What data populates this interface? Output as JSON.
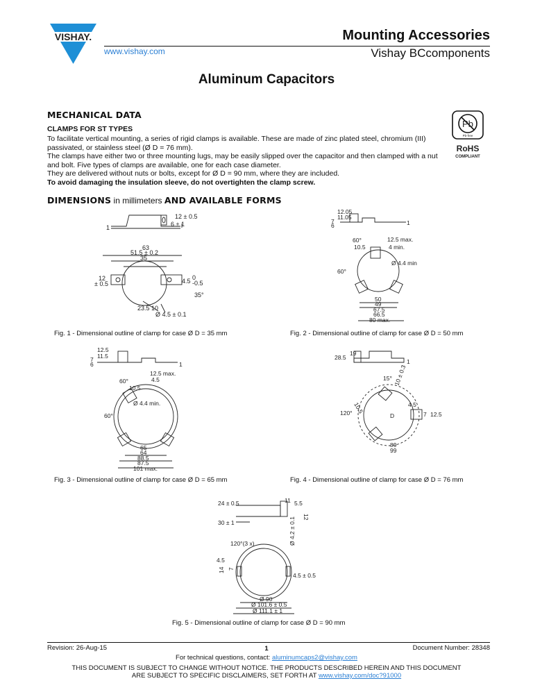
{
  "header": {
    "logo_text": "VISHAY.",
    "url": "www.vishay.com",
    "title": "Mounting Accessories",
    "subtitle": "Vishay BCcomponents"
  },
  "document_title": "Aluminum Capacitors",
  "mechanical": {
    "heading": "MECHANICAL DATA",
    "subheading": "CLAMPS FOR ST TYPES",
    "paragraphs": [
      "To facilitate vertical mounting, a series of rigid clamps is available. These are made of zinc plated steel, chromium (III) passivated, or stainless steel (Ø D = 76 mm).",
      "The clamps have either two or three mounting lugs, may be easily slipped over the capacitor and then clamped with a nut and bolt. Five types of clamps are available, one for each case diameter.",
      "They are delivered without nuts or bolts, except for Ø D = 90 mm, where they are included."
    ],
    "warning": "To avoid damaging the insulation sleeve, do not overtighten the clamp screw."
  },
  "rohs": {
    "pb_label": "Pb",
    "pb_free": "Pb-free",
    "label": "RoHS",
    "compliant": "COMPLIANT"
  },
  "dimensions": {
    "heading_bold1": "DIMENSIONS",
    "heading_normal": " in millimeters ",
    "heading_bold2": "AND AVAILABLE FORMS"
  },
  "figures": [
    {
      "caption": "Fig. 1 - Dimensional outline of clamp for case Ø D = 35 mm",
      "labels": [
        "12 ± 0.5",
        "6 ± 1",
        "1",
        "63",
        "51.5 ± 0.2",
        "35",
        "12",
        "± 0.5",
        "4.5",
        "0",
        "-0.5",
        "35°",
        "23.5",
        "10",
        "Ø 4.5 ± 0.1"
      ]
    },
    {
      "caption": "Fig. 2 - Dimensional outline of clamp for case Ø D = 50 mm",
      "labels": [
        "12.05",
        "11.05",
        "7",
        "6",
        "1",
        "60°",
        "12.5 max.",
        "10.5",
        "4 min.",
        "Ø 4.4 min",
        "60°",
        "50",
        "49",
        "67.5",
        "66.5",
        "80 max."
      ]
    },
    {
      "caption": "Fig. 3 - Dimensional outline of clamp for case Ø D = 65 mm",
      "labels": [
        "12.5",
        "11.5",
        "7",
        "6",
        "1",
        "12.5 max.",
        "4.5",
        "60°",
        "10.5",
        "Ø 4.4 min.",
        "60°",
        "65",
        "64",
        "88.5",
        "87.5",
        "101 max."
      ]
    },
    {
      "caption": "Fig. 4 - Dimensional outline of clamp for case Ø D = 76 mm",
      "labels": [
        "28.5",
        "19",
        "1",
        "15°",
        "10 ± 0.3",
        "10.5",
        "4.5",
        "D",
        "7",
        "12.5",
        "120°",
        "89",
        "99"
      ]
    },
    {
      "caption": "Fig. 5 - Dimensional outline of clamp for case Ø D = 90 mm",
      "labels": [
        "11",
        "5.5",
        "12",
        "24 ± 0.5",
        "30 ± 1",
        "Ø 4.2 ± 0.1",
        "120°(3 x)",
        "4.5",
        "14",
        "7",
        "4.5 ± 0.5",
        "Ø 90",
        "Ø 101.6 ± 0.5",
        "Ø 111.1 ± 1"
      ]
    }
  ],
  "footer": {
    "revision": "Revision: 26-Aug-15",
    "page": "1",
    "doc_number": "Document Number: 28348",
    "contact_prefix": "For technical questions, contact: ",
    "contact_email": "aluminumcaps2@vishay.com",
    "disclaimer_line1": "THIS DOCUMENT IS SUBJECT TO CHANGE WITHOUT NOTICE. THE PRODUCTS DESCRIBED HEREIN AND THIS DOCUMENT",
    "disclaimer_line2_prefix": "ARE SUBJECT TO SPECIFIC DISCLAIMERS, SET FORTH AT ",
    "disclaimer_link": "www.vishay.com/doc?91000"
  }
}
